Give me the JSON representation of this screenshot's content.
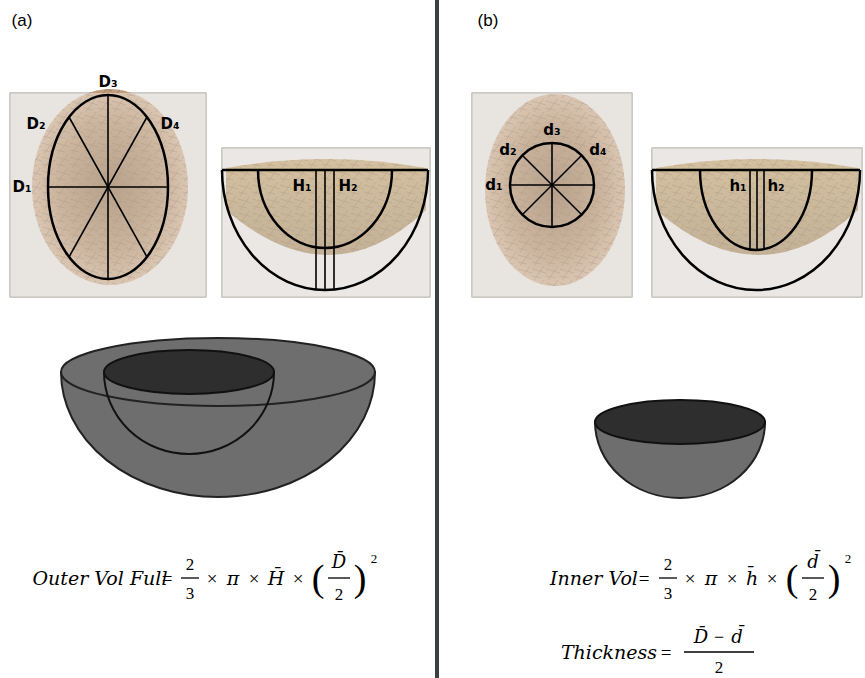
{
  "diagram": {
    "labels": [
      "(a)",
      "(b)",
      "D₁",
      "D₂",
      "D₃",
      "D₄",
      "H₁",
      "H₂",
      "d₁",
      "d₂",
      "d₃",
      "d₄",
      "h₁",
      "h₂",
      "Outer Vol Full",
      "=",
      "2",
      "3",
      "×",
      "π",
      "×",
      "H̄",
      "×",
      "(",
      "D̄",
      "2",
      ")",
      "2",
      "Inner Vol",
      "=",
      "2",
      "3",
      "×",
      "π",
      "×",
      "h̄",
      "×",
      "(",
      "d̄",
      "2",
      ")",
      "2",
      "Thickness",
      "=",
      "D̄",
      "−",
      "d̄",
      "2"
    ]
  }
}
